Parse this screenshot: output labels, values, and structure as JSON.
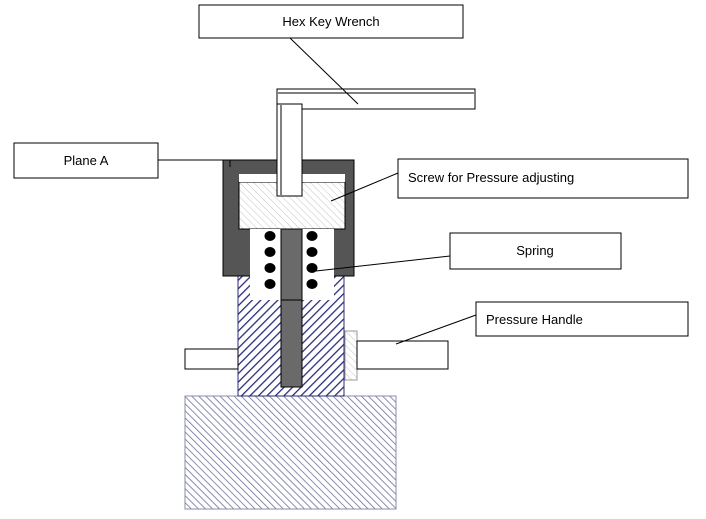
{
  "labels": {
    "hex_key_wrench": "Hex Key Wrench",
    "plane_a": "Plane A",
    "screw": "Screw for Pressure adjusting",
    "spring": "Spring",
    "pressure_handle": "Pressure Handle"
  },
  "colors": {
    "housing_fill": "#555555",
    "body_hatch": "#2b2b7a",
    "base_hatch": "#6d7099",
    "screw_hatch": "#bdbdbd",
    "rod": "#6a6a6a",
    "spring_coil": "#000000"
  }
}
